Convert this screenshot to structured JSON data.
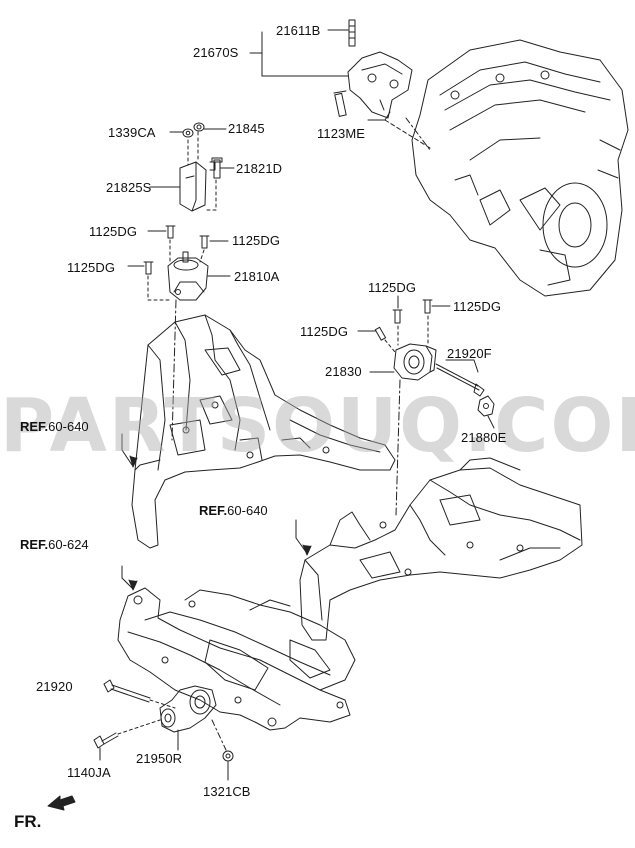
{
  "watermark": "PARTSOUQ.COM",
  "refs": {
    "ref_a": {
      "prefix": "REF.",
      "code": "60-640"
    },
    "ref_b": {
      "prefix": "REF.",
      "code": "60-640"
    },
    "ref_c": {
      "prefix": "REF.",
      "code": "60-624"
    }
  },
  "parts": {
    "p21611B": "21611B",
    "p21670S": "21670S",
    "p1123ME": "1123ME",
    "p1339CA": "1339CA",
    "p21845": "21845",
    "p21825S": "21825S",
    "p21821D": "21821D",
    "p1125DG_a": "1125DG",
    "p1125DG_b": "1125DG",
    "p1125DG_c": "1125DG",
    "p21810A": "21810A",
    "p1125DG_d": "1125DG",
    "p1125DG_e": "1125DG",
    "p1125DG_f": "1125DG",
    "p21830": "21830",
    "p21920F": "21920F",
    "p21880E": "21880E",
    "p21920": "21920",
    "p21950R": "21950R",
    "p1140JA": "1140JA",
    "p1321CB": "1321CB"
  },
  "direction_label": "FR.",
  "colors": {
    "line": "#222222",
    "watermark": "#aaaaaa"
  }
}
